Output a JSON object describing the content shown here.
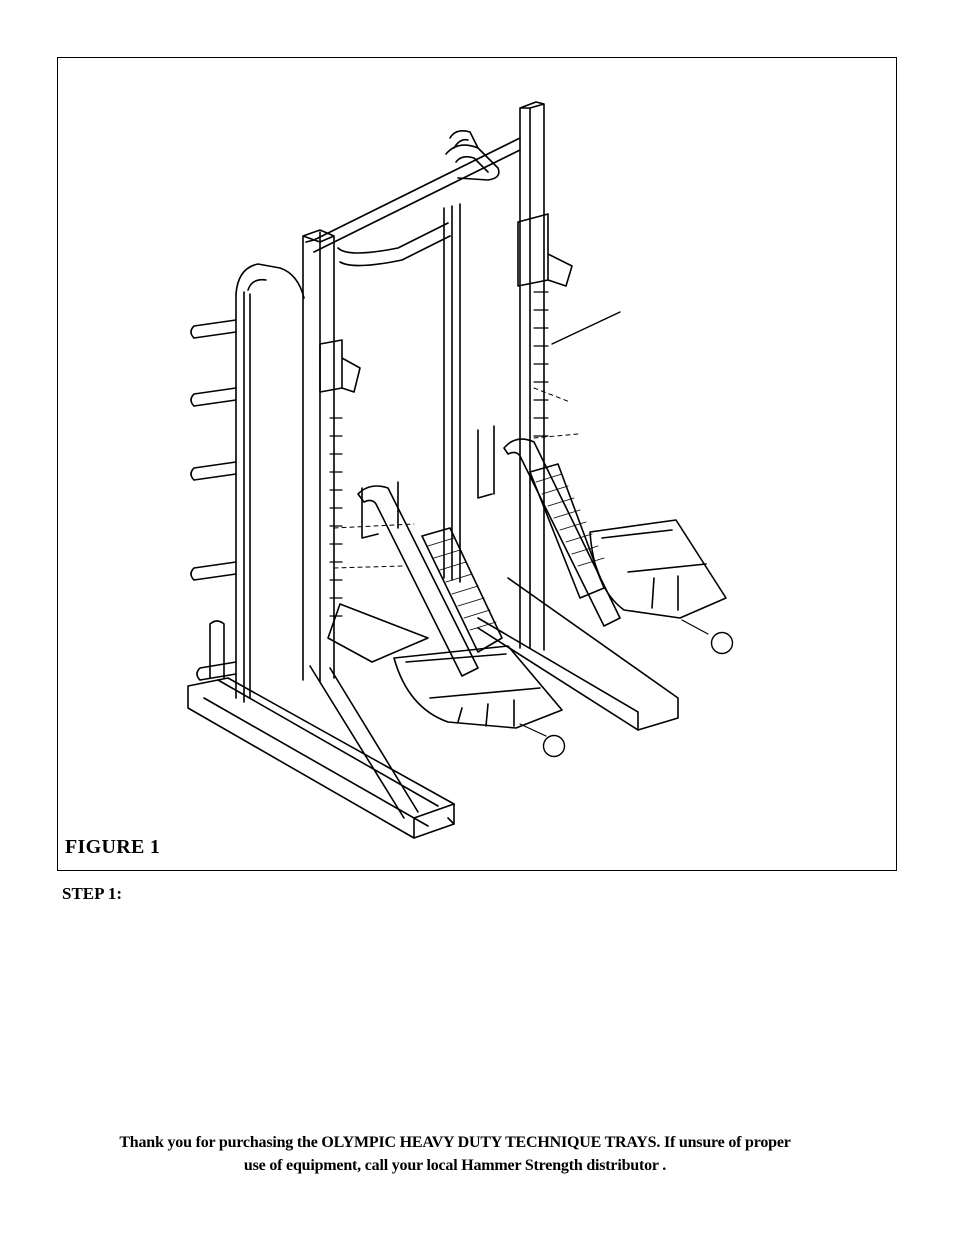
{
  "figure": {
    "caption": "FIGURE  1",
    "drawing_icon": "power-rack-with-technique-trays-line-drawing"
  },
  "step": {
    "label": "STEP 1:"
  },
  "footer": {
    "line1": "Thank you for purchasing the OLYMPIC HEAVY DUTY TECHNIQUE TRAYS. If unsure of proper",
    "line2": "use of equipment, call your local Hammer Strength distributor ."
  }
}
